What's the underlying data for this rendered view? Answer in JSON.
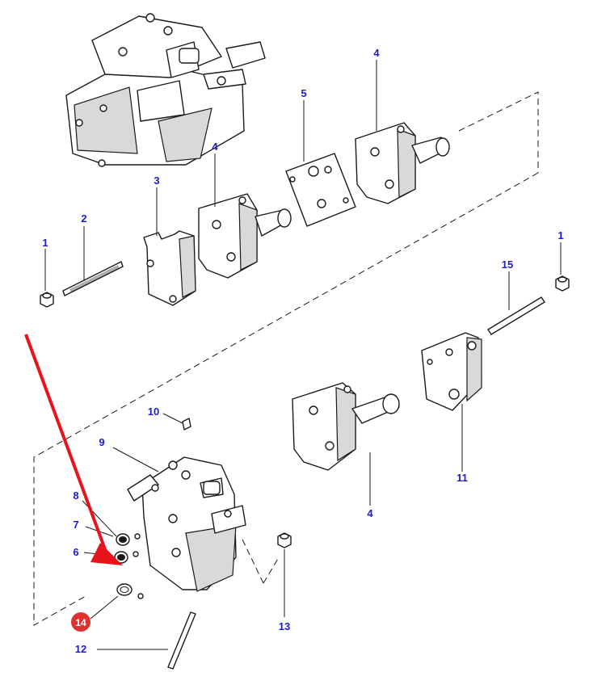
{
  "callouts": {
    "c1_left": "1",
    "c2": "2",
    "c3": "3",
    "c4_mid": "4",
    "c5": "5",
    "c4_top": "4",
    "c1_right": "1",
    "c15": "15",
    "c10": "10",
    "c9": "9",
    "c8": "8",
    "c7": "7",
    "c6": "6",
    "c14": "14",
    "c12": "12",
    "c13": "13",
    "c4_bottom": "4",
    "c11": "11"
  },
  "colors": {
    "callout_text": "#1b1bd6",
    "highlight_badge": "#e03131",
    "arrow": "#e8141c",
    "line": "#1a1a1a"
  },
  "icons": {
    "arrow": "red-pointer-arrow",
    "badge": "highlight-badge"
  }
}
